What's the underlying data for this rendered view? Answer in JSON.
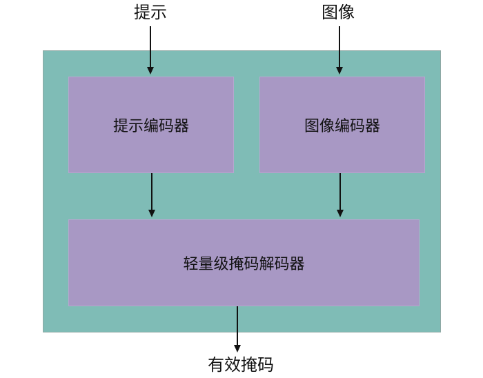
{
  "colors": {
    "container": "#7fbcb6",
    "block": "#a898c4",
    "arrow": "#111111"
  },
  "inputs": {
    "prompt": "提示",
    "image": "图像"
  },
  "blocks": {
    "prompt_encoder": "提示编码器",
    "image_encoder": "图像编码器",
    "mask_decoder": "轻量级掩码解码器"
  },
  "outputs": {
    "valid_mask": "有效掩码"
  }
}
